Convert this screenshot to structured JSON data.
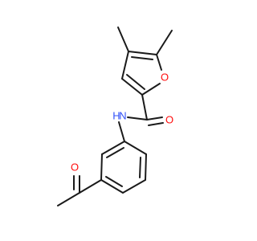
{
  "molecule": {
    "atoms": [
      {
        "id": "O_furan",
        "element": "O",
        "label": "O",
        "color": "#ff0d0d"
      },
      {
        "id": "O_amide",
        "element": "O",
        "label": "O",
        "color": "#ff0d0d"
      },
      {
        "id": "N_amide",
        "element": "N",
        "label": "N",
        "color": "#3050f8"
      },
      {
        "id": "H_amide",
        "element": "H",
        "label": "H",
        "color": "#3050f8"
      },
      {
        "id": "O_acetyl",
        "element": "O",
        "label": "O",
        "color": "#ff0d0d"
      }
    ]
  },
  "colors": {
    "bond": "#1a1a1a",
    "oxygen": "#ff0d0d",
    "nitrogen": "#3050f8",
    "background": "#ffffff"
  }
}
